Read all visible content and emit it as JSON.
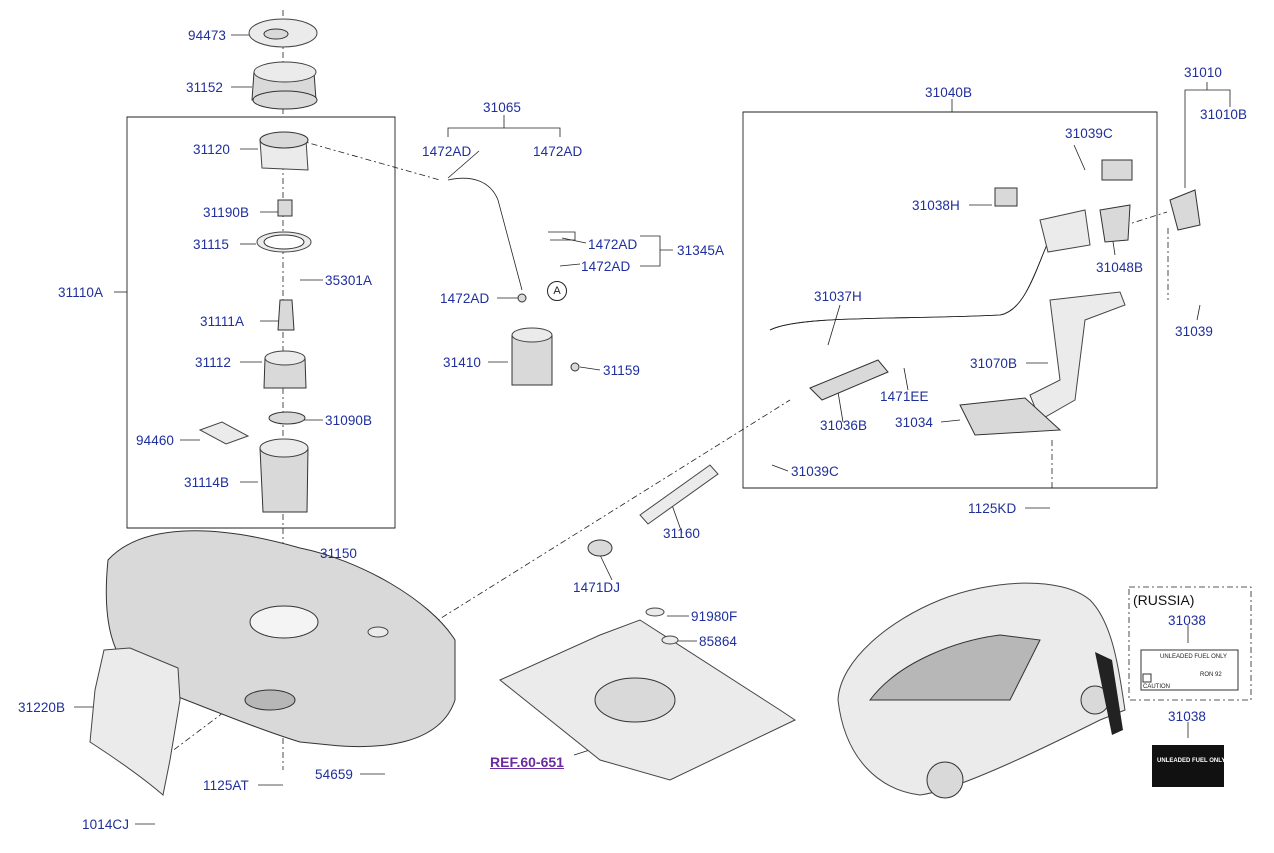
{
  "diagram": {
    "part_labels": [
      "94473",
      "31152",
      "31120",
      "31190B",
      "31115",
      "35301A",
      "31110A",
      "31111A",
      "31112",
      "31090B",
      "94460",
      "31114B",
      "31065",
      "1472AD",
      "1472AD",
      "1472AD",
      "1472AD",
      "31345A",
      "1472AD",
      "31410",
      "31159",
      "31040B",
      "31039C",
      "31038H",
      "31048B",
      "31037H",
      "31070B",
      "1471EE",
      "31036B",
      "31034",
      "31039C",
      "31010",
      "31010B",
      "31039",
      "1125KD",
      "31160",
      "31150",
      "1471DJ",
      "91980F",
      "85864",
      "31220B",
      "1125AT",
      "54659",
      "1014CJ",
      "31038",
      "31038"
    ],
    "callout_a": "A",
    "reference": "REF.60-651",
    "russia_box_title": "(RUSSIA)",
    "label_lines": {
      "russia": [
        "UNLEADED FUEL ONLY",
        "CAUTION",
        "RON 92"
      ],
      "standard": [
        "UNLEADED FUEL ONLY"
      ]
    }
  },
  "colors": {
    "label_text": "#1f2f9c",
    "reference_text": "#6a2ca0",
    "line_art": "#222222"
  }
}
